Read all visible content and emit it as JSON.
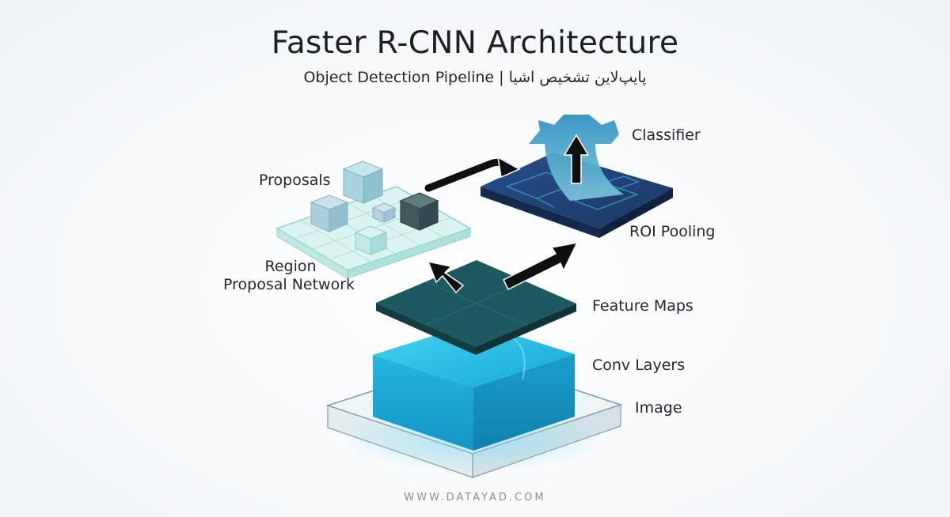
{
  "header": {
    "title": "Faster R-CNN Architecture",
    "subtitle": "Object Detection Pipeline | پایپ‌لاین تشخیص اشیا"
  },
  "labels": {
    "classifier": "Classifier",
    "proposals": "Proposals",
    "roi_pooling": "ROI Pooling",
    "region_line1": "Region",
    "region_line2": "Proposal Network",
    "feature_maps": "Feature Maps",
    "conv_layers": "Conv Layers",
    "image": "Image"
  },
  "footer": {
    "site": "WWW.DATAYAD.COM"
  },
  "colors": {
    "feature_map": "#1d5a5f",
    "conv_layer": "#1cb4dc",
    "roi_layer": "#1e3d6b",
    "rpn_plate": "#cdeee9",
    "arrow": "#0d0f10"
  }
}
